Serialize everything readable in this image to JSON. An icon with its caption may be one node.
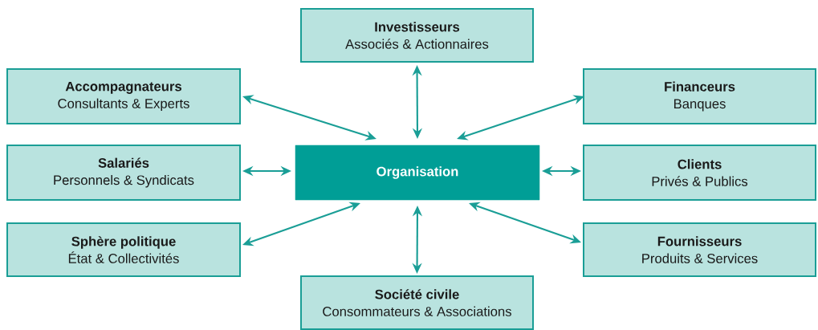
{
  "diagram": {
    "nodes": [
      {
        "text": [
          "Investisseurs",
          "Associés & Actionnaires"
        ]
      },
      {
        "text": [
          "Accompagnateurs",
          "Consultants & Experts"
        ]
      },
      {
        "text": [
          "Financeurs",
          "Banques"
        ]
      },
      {
        "text": [
          "Salariés",
          "Personnels & Syndicats"
        ]
      },
      {
        "text": [
          "Organisation"
        ]
      },
      {
        "text": [
          "Clients",
          "Privés & Publics"
        ]
      },
      {
        "text": [
          "Sphère politique",
          "État & Collectivités"
        ]
      },
      {
        "text": [
          "Fournisseurs",
          "Produits & Services"
        ]
      },
      {
        "text": [
          "Société civile",
          "Consommateurs & Associations"
        ]
      }
    ],
    "edges": [
      {
        "from": 4,
        "to": 0,
        "arrow": "both"
      },
      {
        "from": 4,
        "to": 1,
        "arrow": "both"
      },
      {
        "from": 4,
        "to": 2,
        "arrow": "both"
      },
      {
        "from": 4,
        "to": 3,
        "arrow": "both"
      },
      {
        "from": 4,
        "to": 5,
        "arrow": "both"
      },
      {
        "from": 4,
        "to": 6,
        "arrow": "both"
      },
      {
        "from": 4,
        "to": 7,
        "arrow": "both"
      },
      {
        "from": 4,
        "to": 8,
        "arrow": "both"
      }
    ]
  }
}
